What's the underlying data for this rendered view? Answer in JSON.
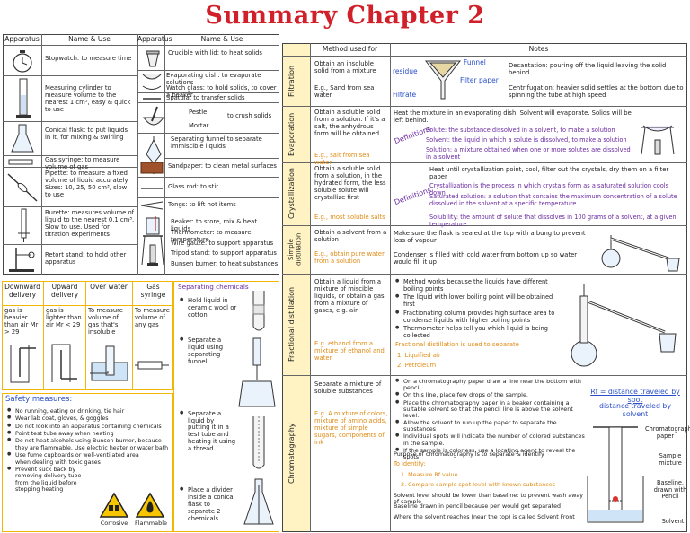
{
  "title": "Summary Chapter 2",
  "apparatus": {
    "headers": [
      "Apparatus",
      "Name & Use",
      "Apparatus",
      "Name & Use"
    ],
    "left": [
      "Stopwatch: to measure time",
      "Measuring cylinder to measure volume to the nearest 1 cm³, easy & quick to use",
      "Conical flask: to put liquids in it, for mixing & swirling",
      "Gas syringe: to measure volume of gas",
      "Pipette: to measure a fixed volume of liquid accurately. Sizes: 10, 25, 50 cm³, slow to use",
      "Burette: measures volume of liquid to the nearest 0.1 cm³. Slow to use. Used for titration experiments",
      "Retort stand: to hold other apparatus"
    ],
    "right": [
      "Crucible with lid: to heat solids",
      "Evaporating dish: to evaporate solutions",
      "Watch glass: to hold solids, to cover a beaker",
      "Spatula: to transfer solids",
      "Pestle",
      "to crush solids",
      "Mortar",
      "Separating funnel to separate immiscible liquids",
      "Sandpaper: to clean metal surfaces",
      "Glass rod: to stir",
      "Tongs: to lift hot items",
      "Beaker: to store, mix & heat liquids",
      "Thermometer: to measure temperature",
      "Wire gauze: to support apparatus",
      "Tripod stand: to support apparatus",
      "Bunsen burner: to heat substances"
    ]
  },
  "gas_collection": {
    "headers": [
      "Downward delivery",
      "Upward delivery",
      "Over water",
      "Gas syringe"
    ],
    "rows": [
      "gas is heavier than air Mr > 29",
      "gas is lighter than air Mr < 29",
      "To measure volume of gas that's insoluble",
      "To measure volume of any gas"
    ]
  },
  "separating": {
    "heading": "Separating chemicals",
    "items": [
      "Hold liquid in ceramic wool or cotton",
      "Separate a liquid using separating funnel",
      "Separate a liquid by putting it in a test tube and heating it using a thread",
      "Place a divider inside a conical flask to separate 2 chemicals"
    ]
  },
  "safety": {
    "heading": "Safety measures:",
    "items": [
      "No running, eating or drinking, tie hair",
      "Wear lab coat, gloves, & goggles",
      "Do not look into an apparatus containing chemicals",
      "Point test tube away when heating",
      "Do not heat alcohols using Bunsen burner, because they are flammable. Use electric heater or water bath",
      "Use fume cupboards or well-ventilated area when dealing with toxic gases",
      "Prevent suck back by removing delivery tube from the liquid before stopping heating"
    ],
    "hazards": [
      "Corrosive",
      "Flammable"
    ]
  },
  "methods": {
    "headers": [
      "Method used for",
      "Notes"
    ],
    "rows": [
      {
        "name": "Filtration",
        "used_for": "Obtain an insoluble solid from a mixture",
        "example": "E.g., Sand from sea water",
        "labels": [
          "residue",
          "Funnel",
          "Filter paper",
          "Filtrate"
        ],
        "notes": [
          "Decantation: pouring off the liquid leaving the solid behind",
          "Centrifugation: heavier solid settles at the bottom due to spinning the tube at high speed"
        ]
      },
      {
        "name": "Evaporation",
        "used_for": "Obtain a soluble solid from a solution. If it's a salt, the anhydrous form will be obtained",
        "example": "E.g., salt from sea water",
        "notes_main": "Heat the mixture in an evaporating dish. Solvent will evaporate. Solids will be left behind.",
        "side": "Definitions",
        "defs": [
          "Solute: the substance dissolved in a solvent, to make a solution",
          "Solvent: the liquid in which a solute is dissolved, to make a solution",
          "Solution: a mixture obtained when one or more solutes are dissolved in a solvent"
        ]
      },
      {
        "name": "Crystallization",
        "used_for": "Obtain a soluble solid from a solution, in the hydrated form, the less soluble solute will crystallize first",
        "example": "E.g., most soluble salts",
        "notes_main": "Heat until crystallization point, cool, filter out the crystals, dry them on a filter paper",
        "side": "Definitions",
        "defs": [
          "Crystallization is the process in which crystals form as a saturated solution cools down",
          "Saturated solution: a solution that contains the maximum concentration of a solute dissolved in the solvent at a specific temperature",
          "Solubility: the amount of solute that dissolves in 100 grams of a solvent, at a given temperature"
        ]
      },
      {
        "name": "Simple distillation",
        "used_for": "Obtain a solvent from a solution",
        "example": "E.g., obtain pure water from a solution",
        "notes": [
          "Make sure the flask is sealed at the top with a bung to prevent loss of vapour",
          "Condenser is filled with cold water from bottom up so water would fill it up"
        ]
      },
      {
        "name": "Fractional distillation",
        "used_for": "Obtain a liquid from a mixture of miscible liquids, or obtain a gas from a mixture of gases, e.g. air",
        "example": "E.g. ethanol from a mixture of ethanol and water",
        "notes": [
          "Method works because the liquids have different boiling points",
          "The liquid with lower boiling point will be obtained first",
          "Fractionating column provides high surface area to condense liquids with higher boiling points",
          "Thermometer helps tell you which liquid is being collected"
        ],
        "uses_heading": "Fractional distillation is used to separate",
        "uses": [
          "1.   Liquified air",
          "2.   Petroleum"
        ]
      },
      {
        "name": "Chromatography",
        "used_for": "Separate a mixture of soluble substances",
        "example": "E.g. A mixture of colors, mixture of amino acids, mixture of simple sugars, components of ink",
        "notes": [
          "On a chromatography paper draw a line near the bottom with pencil.",
          "On this line, place few drops of the sample.",
          "Place the chromatography paper in a beaker containing a suitable solvent so that the pencil line is above the solvent level.",
          "Allow the solvent to run up the paper to separate the substances",
          "Individual spots will indicate the number of colored substances in the sample.",
          "If the sample is colorless, use a locating agent to reveal the spots"
        ],
        "purpose": "Purpose of chromatography is to separate & identify",
        "identify_heading": "To identify:",
        "identify": [
          "1.   Measure Rf value",
          "2.   Compare sample spot level with known substances"
        ],
        "tail": [
          "Solvent level should be lower than baseline: to prevent wash away of sample",
          "Baseline drawn in pencil because pen would get separated",
          "Where the solvent reaches (near the top) is called Solvent Front"
        ],
        "rf": [
          "Rf = distance traveled by spot",
          "distance traveled by solvent"
        ],
        "diagram_labels": [
          "Chromatography paper",
          "Sample mixture",
          "Baseline, drawn with Pencil",
          "Solvent"
        ]
      }
    ]
  }
}
